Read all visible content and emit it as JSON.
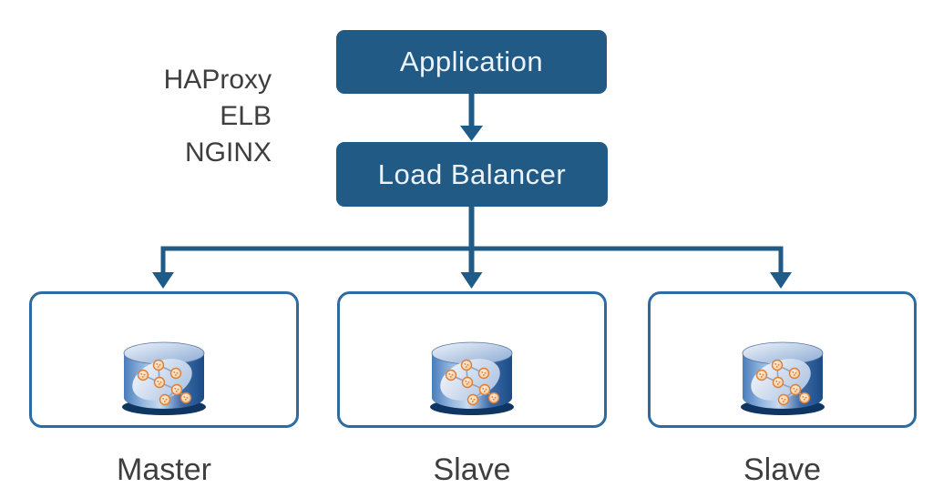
{
  "diagram_title": "load-balanced-database-architecture",
  "lb_options": [
    "HAProxy",
    "ELB",
    "NGINX"
  ],
  "application": {
    "label": "Application"
  },
  "load_balancer": {
    "label": "Load Balancer"
  },
  "db_nodes": [
    {
      "label": "Master"
    },
    {
      "label": "Slave"
    },
    {
      "label": "Slave"
    }
  ],
  "icons": {
    "database": "database-icon",
    "arrow": "arrow-down-icon"
  },
  "colors": {
    "background": "#ffffff",
    "box_fill": "#215a84",
    "box_text": "#edf3fa",
    "connector": "#1f5b89",
    "node_box_border": "#2d6ba1",
    "label_text": "#3e3e3e",
    "db_node_orange": "#d8803d"
  }
}
